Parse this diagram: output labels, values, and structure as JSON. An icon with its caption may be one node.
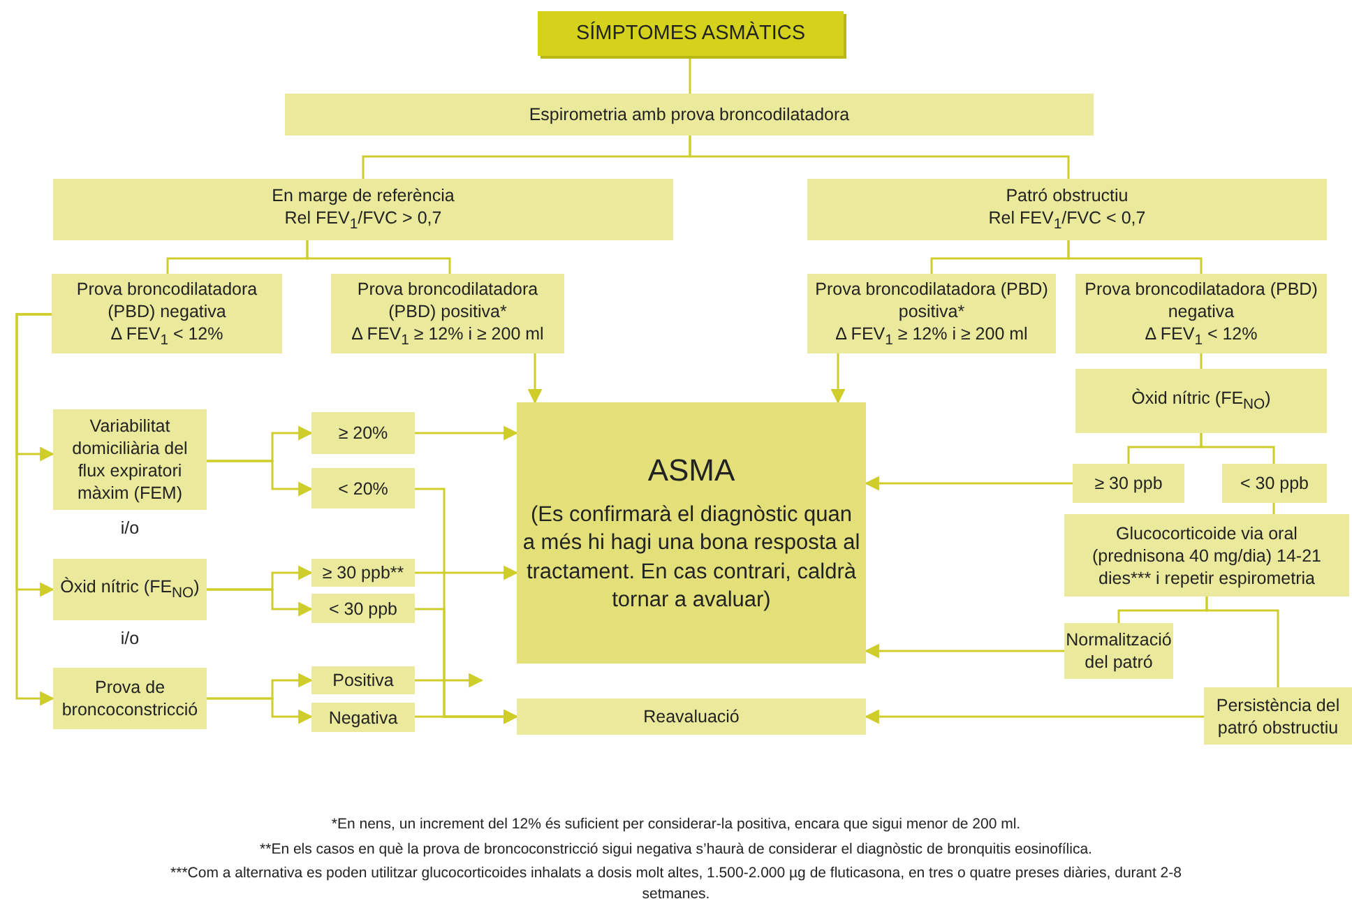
{
  "diagram": {
    "nodes": [
      {
        "text": [
          "SÍMPTOMES ASMÀTICS"
        ]
      },
      {
        "text": [
          "Espirometria amb prova broncodilatadora"
        ]
      },
      {
        "text": [
          "En marge de referència",
          "Rel FEV$_{1}$/FVC > 0,7"
        ]
      },
      {
        "text": [
          "Patró obstructiu",
          "Rel FEV$_{1}$/FVC < 0,7"
        ]
      },
      {
        "text": [
          "Prova broncodilatadora (PBD) negativa",
          "Δ FEV$_{1}$ < 12%"
        ]
      },
      {
        "text": [
          "Prova broncodilatadora (PBD) positiva*",
          "Δ FEV$_{1}$ ≥ 12% i ≥ 200 ml"
        ]
      },
      {
        "text": [
          "Prova broncodilatadora (PBD) positiva*",
          "Δ FEV$_{1}$ ≥ 12% i ≥ 200 ml"
        ]
      },
      {
        "text": [
          "Prova broncodilatadora (PBD) negativa",
          "Δ FEV$_{1}$ < 12%"
        ]
      },
      {
        "text": [
          "Òxid nítric (FE$_{NO}$)"
        ]
      },
      {
        "text": [
          "Variabilitat domiciliària del flux expiratori màxim (FEM)"
        ],
        "beside": [
          "i/o"
        ]
      },
      {
        "text": [
          "≥ 20%"
        ]
      },
      {
        "text": [
          "< 20%"
        ]
      },
      {
        "text": [
          "ASMA",
          "(Es confirmarà el diagnòstic quan a més hi hagi una bona resposta al tractament. En cas contrari, caldrà tornar a avaluar)"
        ]
      },
      {
        "text": [
          "≥ 30 ppb"
        ]
      },
      {
        "text": [
          "< 30 ppb"
        ]
      },
      {
        "text": [
          "Òxid nítric (FE$_{NO}$)"
        ],
        "beside": [
          "i/o"
        ]
      },
      {
        "text": [
          "≥ 30 ppb**"
        ]
      },
      {
        "text": [
          "< 30 ppb"
        ]
      },
      {
        "text": [
          "Glucocorticoide via oral (prednisona 40 mg/dia) 14-21 dies*** i repetir espirometria"
        ]
      },
      {
        "text": [
          "Prova de broncoconstricció"
        ]
      },
      {
        "text": [
          "Positiva"
        ]
      },
      {
        "text": [
          "Negativa"
        ]
      },
      {
        "text": [
          "Normalització del patró"
        ]
      },
      {
        "text": [
          "Reavaluació"
        ]
      },
      {
        "text": [
          "Persistència del patró obstructiu"
        ]
      }
    ],
    "edges": [
      {
        "from": 0,
        "to": 1,
        "arrow": "none"
      },
      {
        "from": 1,
        "to": 2,
        "arrow": "none"
      },
      {
        "from": 1,
        "to": 3,
        "arrow": "none"
      },
      {
        "from": 2,
        "to": 4,
        "arrow": "none"
      },
      {
        "from": 2,
        "to": 5,
        "arrow": "none"
      },
      {
        "from": 3,
        "to": 6,
        "arrow": "none"
      },
      {
        "from": 3,
        "to": 7,
        "arrow": "none"
      },
      {
        "from": 7,
        "to": 8,
        "arrow": "none"
      },
      {
        "from": 4,
        "to": 9,
        "arrow": "to"
      },
      {
        "from": 4,
        "to": 15,
        "arrow": "to"
      },
      {
        "from": 4,
        "to": 19,
        "arrow": "to"
      },
      {
        "from": 9,
        "to": 10,
        "arrow": "to"
      },
      {
        "from": 9,
        "to": 11,
        "arrow": "to"
      },
      {
        "from": 5,
        "to": 12,
        "arrow": "to"
      },
      {
        "from": 6,
        "to": 12,
        "arrow": "to"
      },
      {
        "from": 10,
        "to": 12,
        "arrow": "to"
      },
      {
        "from": 8,
        "to": 13,
        "arrow": "none"
      },
      {
        "from": 8,
        "to": 14,
        "arrow": "none"
      },
      {
        "from": 13,
        "to": 12,
        "arrow": "to"
      },
      {
        "from": 15,
        "to": 16,
        "arrow": "to"
      },
      {
        "from": 15,
        "to": 17,
        "arrow": "to"
      },
      {
        "from": 16,
        "to": 12,
        "arrow": "to"
      },
      {
        "from": 14,
        "to": 18,
        "arrow": "none"
      },
      {
        "from": 19,
        "to": 20,
        "arrow": "to"
      },
      {
        "from": 19,
        "to": 21,
        "arrow": "to"
      },
      {
        "from": 20,
        "to": null,
        "arrow": "to"
      },
      {
        "from": 18,
        "to": 22,
        "arrow": "none"
      },
      {
        "from": 18,
        "to": 24,
        "arrow": "none"
      },
      {
        "from": 22,
        "to": 12,
        "arrow": "to"
      },
      {
        "from": 11,
        "to": 23,
        "arrow": "to"
      },
      {
        "from": 17,
        "to": 23,
        "arrow": "to"
      },
      {
        "from": 21,
        "to": 23,
        "arrow": "to"
      },
      {
        "from": 24,
        "to": 23,
        "arrow": "to"
      }
    ],
    "labels": [
      "*En nens, un increment del 12% és suficient per considerar-la positiva, encara que sigui menor de 200 ml.",
      "**En els casos en què la prova de broncoconstricció sigui negativa s’haurà de considerar el diagnòstic de bronquitis eosinofílica.",
      "***Com a alternativa es poden utilitzar glucocorticoides inhalats a dosis molt altes, 1.500-2.000 µg de fluticasona, en tres o quatre preses diàries, durant 2-8 setmanes."
    ]
  }
}
